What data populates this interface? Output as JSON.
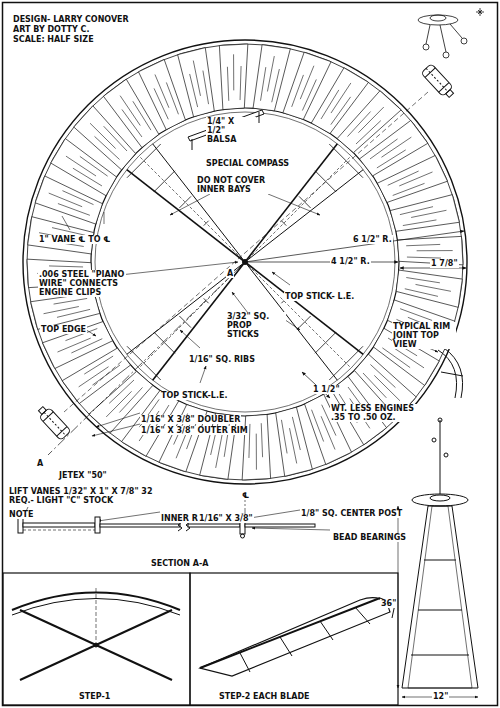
{
  "diagram": {
    "labels": [
      "DESIGN- LARRY CONOVER",
      "ART BY DOTTY C.",
      "SCALE: HALF SIZE",
      "1/4\" X 1/2\" BALSA",
      "SPECIAL COMPASS",
      "DO NOT COVER INNER BAYS",
      "1\" VANE ℄ TO ℄",
      "6 1/2\" R.",
      "4 1/2\" R.",
      "1 7/8\"",
      "TOP STICK- L.E.",
      ".006 STEEL \"PIANO WIRE\" CONNECTS ENGINE CLIPS",
      "A",
      "3/32\" SQ. PROP STICKS",
      "TOP EDGE",
      "1/16\" SQ. RIBS",
      "TYPICAL RIM JOINT TOP VIEW",
      "TOP STICK-L.E.",
      "1 1/2\"",
      "1/16\" X 3/8\" DOUBLER",
      "1/16\" X 3/8\" OUTER RIM",
      "WT. LESS ENGINES .35 TO .50 OZ.",
      "A",
      "JETEX \"50\"",
      "℄",
      "LIFT VANES 1/32\" X 1\" X 7/8\" 32 REQ.- LIGHT \"C\" STOCK",
      "NOTE",
      "INNER RIM",
      "1/16\" X 3/8\"",
      "1/8\" SQ. CENTER POST",
      "BEAD BEARINGS",
      "SECTION A-A",
      "36\"",
      "12\"",
      "STEP-1",
      "STEP-2 EACH BLADE"
    ]
  }
}
